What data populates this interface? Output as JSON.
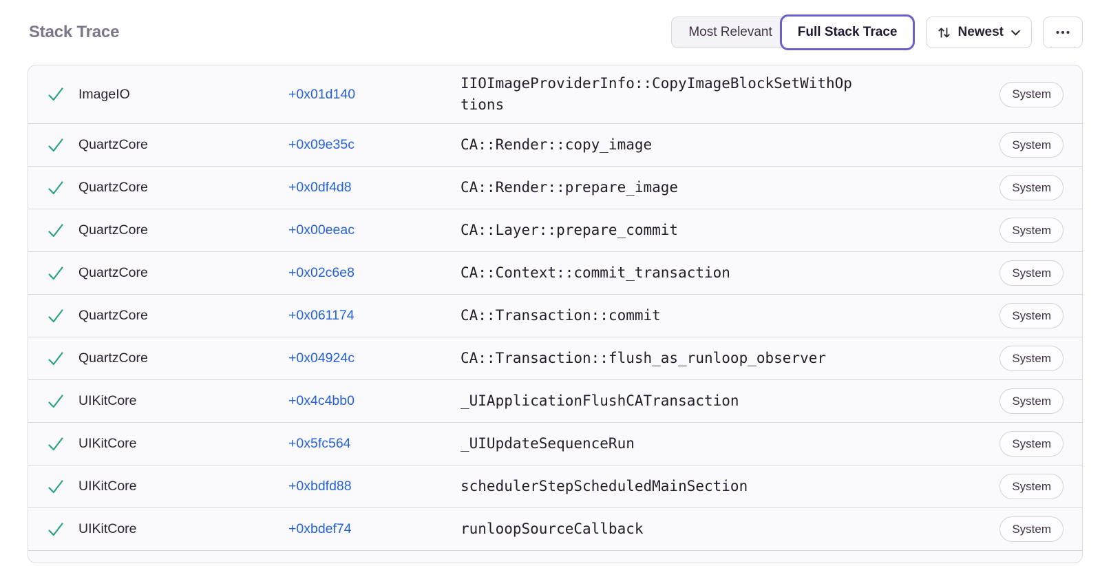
{
  "header": {
    "title": "Stack Trace",
    "view_toggle": {
      "options": [
        "Most Relevant",
        "Full Stack Trace"
      ],
      "selected": "Full Stack Trace"
    },
    "sort": {
      "selected": "Newest",
      "icon": "sort-arrows-icon"
    },
    "more": {
      "icon": "ellipsis-icon"
    }
  },
  "colors": {
    "accent": "#6C5FC7",
    "link": "#2562D4",
    "success": "#2BA185"
  },
  "frames": [
    {
      "status_icon": "check-icon",
      "module": "ImageIO",
      "address": "+0x01d140",
      "function": "IIOImageProviderInfo::CopyImageBlockSetWithOptions",
      "tag": "System"
    },
    {
      "status_icon": "check-icon",
      "module": "QuartzCore",
      "address": "+0x09e35c",
      "function": "CA::Render::copy_image",
      "tag": "System"
    },
    {
      "status_icon": "check-icon",
      "module": "QuartzCore",
      "address": "+0x0df4d8",
      "function": "CA::Render::prepare_image",
      "tag": "System"
    },
    {
      "status_icon": "check-icon",
      "module": "QuartzCore",
      "address": "+0x00eeac",
      "function": "CA::Layer::prepare_commit",
      "tag": "System"
    },
    {
      "status_icon": "check-icon",
      "module": "QuartzCore",
      "address": "+0x02c6e8",
      "function": "CA::Context::commit_transaction",
      "tag": "System"
    },
    {
      "status_icon": "check-icon",
      "module": "QuartzCore",
      "address": "+0x061174",
      "function": "CA::Transaction::commit",
      "tag": "System"
    },
    {
      "status_icon": "check-icon",
      "module": "QuartzCore",
      "address": "+0x04924c",
      "function": "CA::Transaction::flush_as_runloop_observer",
      "tag": "System"
    },
    {
      "status_icon": "check-icon",
      "module": "UIKitCore",
      "address": "+0x4c4bb0",
      "function": "_UIApplicationFlushCATransaction",
      "tag": "System"
    },
    {
      "status_icon": "check-icon",
      "module": "UIKitCore",
      "address": "+0x5fc564",
      "function": "_UIUpdateSequenceRun",
      "tag": "System"
    },
    {
      "status_icon": "check-icon",
      "module": "UIKitCore",
      "address": "+0xbdfd88",
      "function": "schedulerStepScheduledMainSection",
      "tag": "System"
    },
    {
      "status_icon": "check-icon",
      "module": "UIKitCore",
      "address": "+0xbdef74",
      "function": "runloopSourceCallback",
      "tag": "System"
    }
  ]
}
